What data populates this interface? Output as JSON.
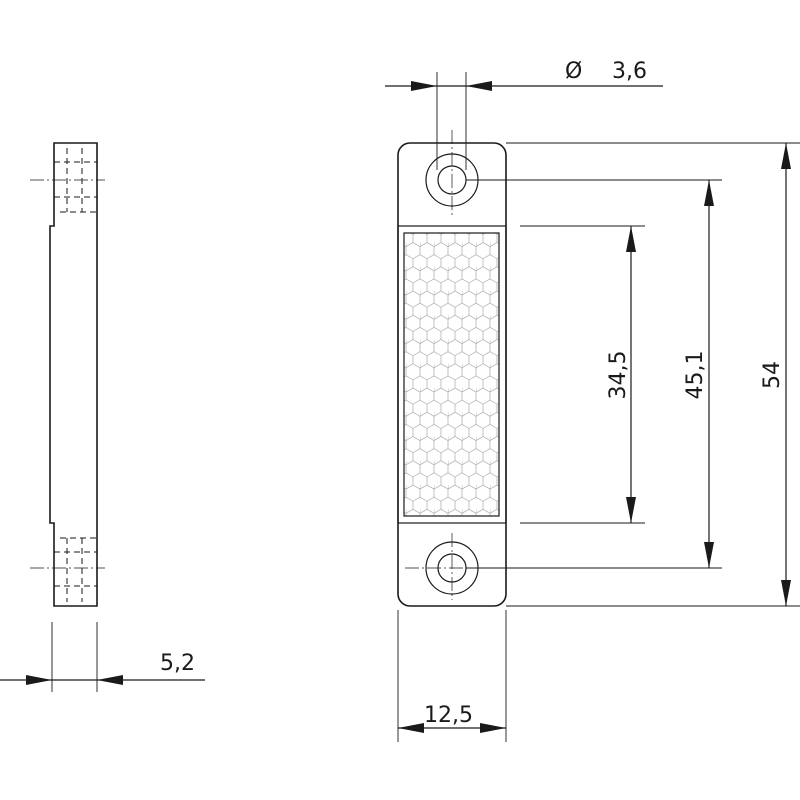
{
  "dimensions": {
    "side_thickness": "5,2",
    "width": "12,5",
    "hole_diameter_symbol": "Ø",
    "hole_diameter": "3,6",
    "reflector_length": "34,5",
    "hole_spacing": "45,1",
    "overall_length": "54"
  }
}
